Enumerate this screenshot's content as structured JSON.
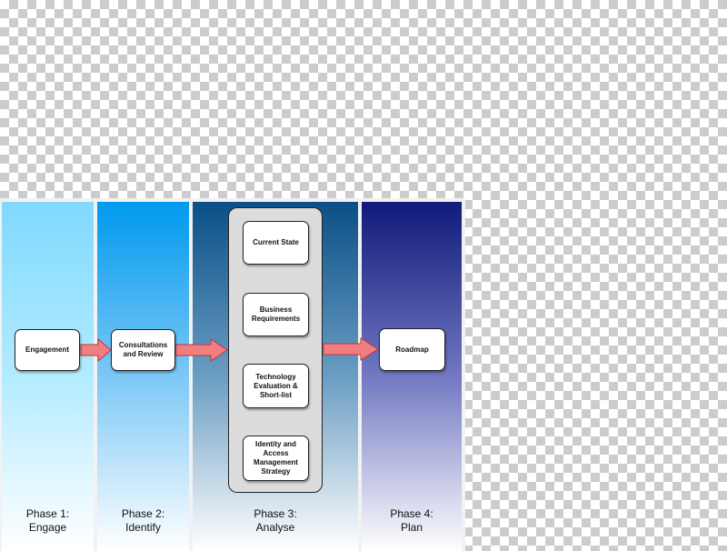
{
  "phases": [
    {
      "line1": "Phase 1:",
      "line2": "Engage"
    },
    {
      "line1": "Phase 2:",
      "line2": "Identify"
    },
    {
      "line1": "Phase 3:",
      "line2": "Analyse"
    },
    {
      "line1": "Phase 4:",
      "line2": "Plan"
    }
  ],
  "boxes": {
    "engagement": "Engagement",
    "consultations": "Consultations and Review",
    "current_state": "Current State",
    "business_requirements": "Business Requirements",
    "technology_evaluation": "Technology Evaluation & Short-list",
    "iam_strategy": "Identity and Access Management Strategy",
    "roadmap": "Roadmap"
  },
  "colors": {
    "arrow_fill": "#f27f7f",
    "arrow_stroke": "#b83a3a"
  }
}
